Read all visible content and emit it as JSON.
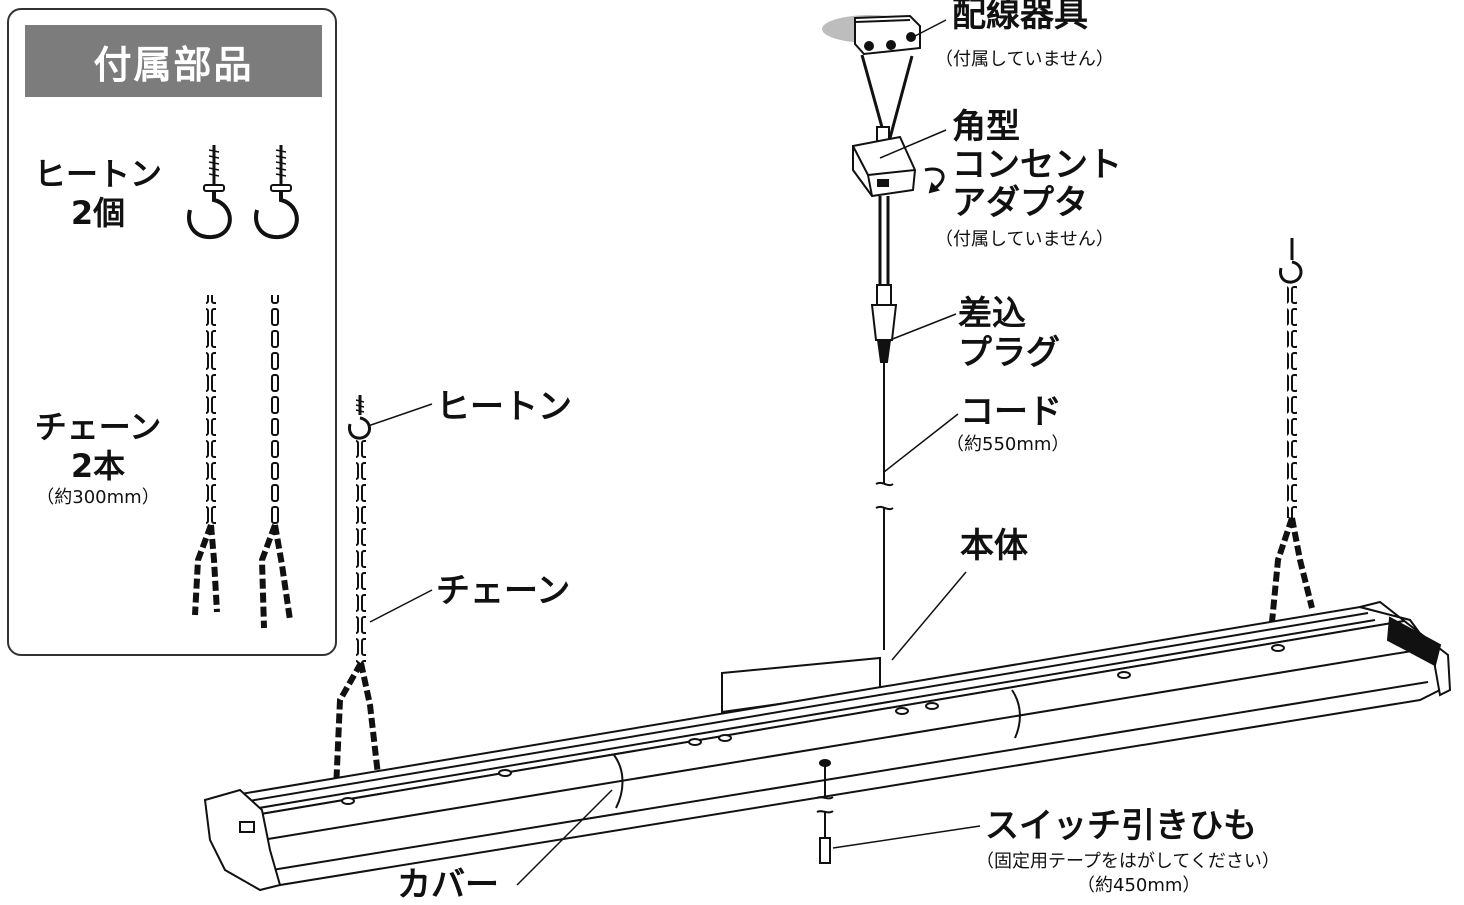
{
  "accessories": {
    "title": "付属部品",
    "hook": {
      "name": "ヒートン",
      "count": "2個"
    },
    "chain": {
      "name": "チェーン",
      "count": "2本",
      "length": "（約300mm）"
    }
  },
  "labels": {
    "wiring": "配線器具",
    "wiring_note": "（付属していません）",
    "adapter_1": "角型",
    "adapter_2": "コンセント",
    "adapter_3": "アダプタ",
    "adapter_note": "（付属していません）",
    "plug_1": "差込",
    "plug_2": "プラグ",
    "cord": "コード",
    "cord_length": "（約550mm）",
    "hook": "ヒートン",
    "chain": "チェーン",
    "body": "本体",
    "pull_cord": "スイッチ引きひも",
    "pull_note": "（固定用テープをはがしてください）",
    "pull_length": "（約450mm）",
    "cover": "カバー"
  }
}
